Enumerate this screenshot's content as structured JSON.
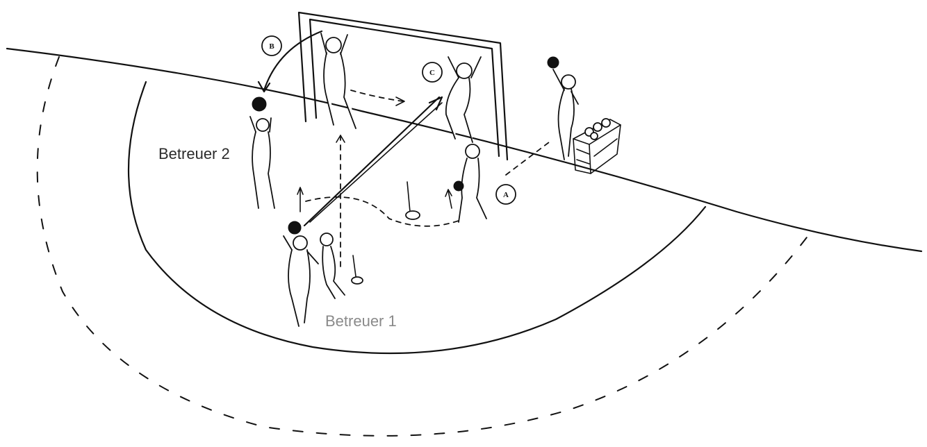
{
  "labels": {
    "betreuer_2": "Betreuer 2",
    "betreuer_1": "Betreuer 1"
  },
  "markers": {
    "a": "A",
    "b": "B",
    "c": "C"
  },
  "colors": {
    "ink": "#111111",
    "label_dark": "#2b2b2b",
    "label_light": "#8a8a8a"
  }
}
